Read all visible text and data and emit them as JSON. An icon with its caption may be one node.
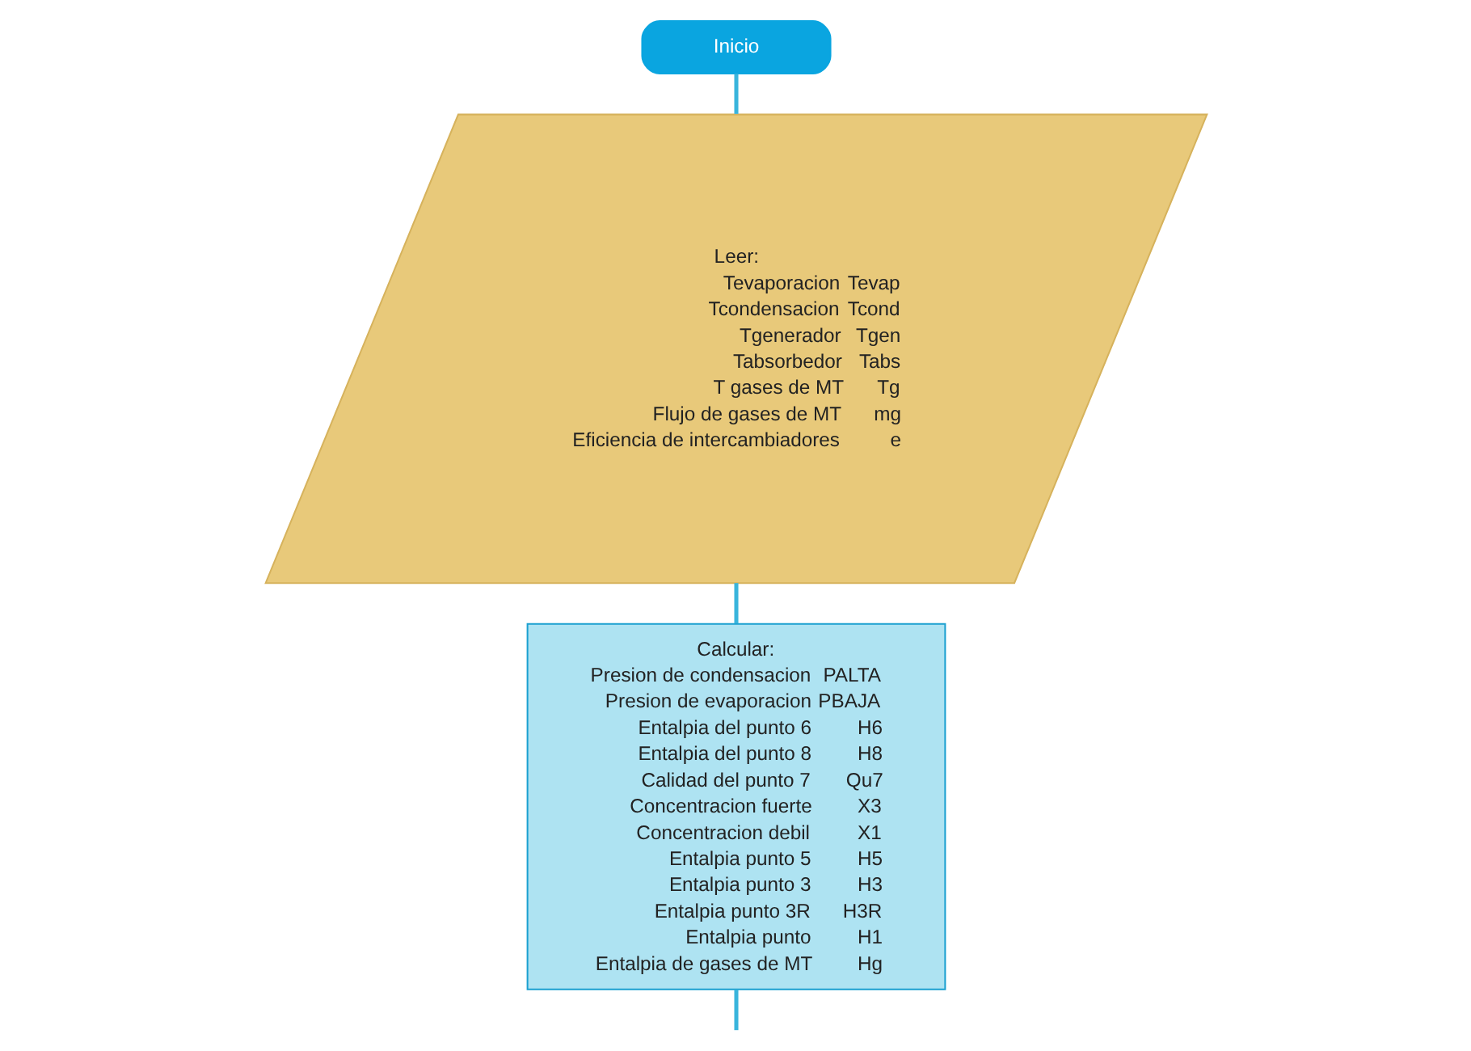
{
  "diagram": {
    "nodes": [
      {
        "text": [
          "Inicio"
        ]
      },
      {
        "text": [
          "Leer:",
          "Tevaporacion",
          "Tevap",
          "Tcondensacion",
          "Tcond",
          "Tgenerador",
          "Tgen",
          "Tabsorbedor",
          "Tabs",
          "T gases de MT",
          "Tg",
          "Flujo de gases de MT",
          "mg",
          "Eficiencia de intercambiadores",
          "e"
        ]
      },
      {
        "text": [
          "Calcular:",
          "Presion de condensacion",
          "PALTA",
          "Presion de evaporacion",
          "PBAJA",
          "Entalpia del punto 6",
          "H6",
          "Entalpia del punto 8",
          "H8",
          "Calidad del punto 7",
          "Qu7",
          "Concentracion fuerte",
          "X3",
          "Concentracion debil",
          "X1",
          "Entalpia punto 5",
          "H5",
          "Entalpia punto 3",
          "H3",
          "Entalpia punto 3R",
          "H3R",
          "Entalpia punto",
          "H1",
          "Entalpia de gases de MT",
          "Hg"
        ]
      }
    ],
    "edges": [
      {
        "from": 0,
        "to": 1,
        "arrow": "none"
      },
      {
        "from": 1,
        "to": 2,
        "arrow": "none"
      },
      {
        "from": 2,
        "to": null,
        "arrow": "none"
      }
    ]
  }
}
